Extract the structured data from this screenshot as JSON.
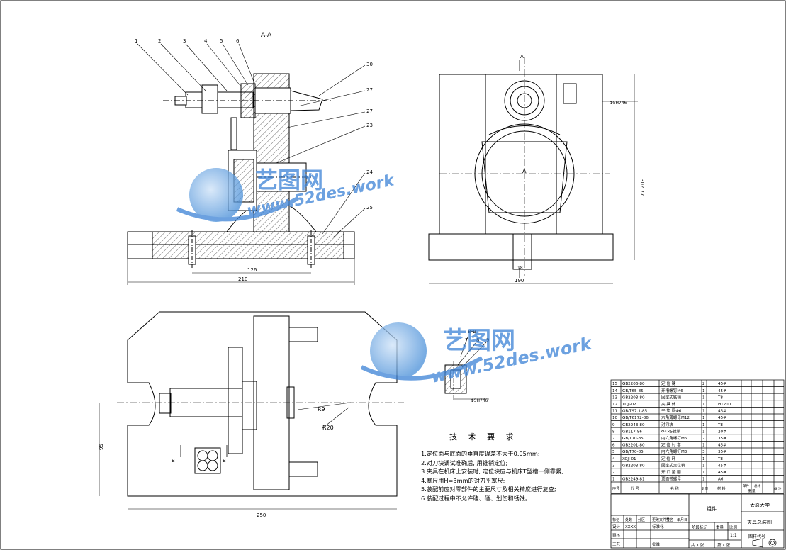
{
  "views": {
    "section_label": "A-A",
    "front_arrow_label": "A",
    "front_center_label": "A",
    "detail_label": "B-B",
    "plan_arrow_left": "B",
    "plan_arrow_right": "B"
  },
  "balloons": [
    "1",
    "2",
    "3",
    "4",
    "5",
    "6",
    "30",
    "27",
    "27",
    "23",
    "24",
    "25"
  ],
  "balloons_detail": [
    "7",
    "8",
    "9"
  ],
  "dimensions": {
    "inner_width": "126",
    "base_width": "210",
    "front_width": "190",
    "front_height": "302.77",
    "plan_width": "250",
    "plan_height": "95",
    "radius_small": "R9",
    "radius_large": "R20",
    "fit_1": "Φ5H7/l6",
    "fit_2": "Φ5H7/l6",
    "slot_dim": "18"
  },
  "tech_requirements": {
    "title": "技 术 要 求",
    "items": [
      "1.定位面与底面的垂直度误差不大于0.05mm;",
      "2.对刀块调试准确后, 用锥销定位;",
      "3.夹具在机床上安装时, 定位块应与机床T型槽一侧靠紧;",
      "4.塞尺用H=3mm的对刀平塞尺;",
      "5.装配前应对零部件的主要尺寸及相关精度进行复查;",
      "6.装配过程中不允许磕、碰、划伤和锈蚀。"
    ]
  },
  "parts_list": [
    {
      "no": "15",
      "code": "GB2206-80",
      "name": "定 位 键",
      "qty": "2",
      "material": "45#"
    },
    {
      "no": "14",
      "code": "GB/T65-85",
      "name": "开槽螺钉M6",
      "qty": "1",
      "material": "45#"
    },
    {
      "no": "13",
      "code": "GB2203-80",
      "name": "固定式钻销",
      "qty": "1",
      "material": "T8"
    },
    {
      "no": "12",
      "code": "XCJJ-02",
      "name": "夹 具 体",
      "qty": "1",
      "material": "HT200"
    },
    {
      "no": "11",
      "code": "GB/T97.1-85",
      "name": "平 垫 圈Φ6",
      "qty": "1",
      "material": "45#"
    },
    {
      "no": "10",
      "code": "GB/T6172-86",
      "name": "六角薄螺母M12",
      "qty": "1",
      "material": "45#"
    },
    {
      "no": "9",
      "code": "GB2243-80",
      "name": "对刀块",
      "qty": "1",
      "material": "T8"
    },
    {
      "no": "8",
      "code": "GB117-86",
      "name": "Φ4×5锥销",
      "qty": "1",
      "material": "20#"
    },
    {
      "no": "7",
      "code": "GB/T70-85",
      "name": "内六角螺钉M6",
      "qty": "2",
      "material": "35#"
    },
    {
      "no": "6",
      "code": "GB2201-80",
      "name": "定 位 衬 套",
      "qty": "1",
      "material": "45#"
    },
    {
      "no": "5",
      "code": "GB/T70-85",
      "name": "内六角螺钉M3",
      "qty": "3",
      "material": "35#"
    },
    {
      "no": "4",
      "code": "XCJJ-01",
      "name": "定 位 环",
      "qty": "1",
      "material": "T8"
    },
    {
      "no": "3",
      "code": "GB2203-80",
      "name": "固定式定位销",
      "qty": "1",
      "material": "45#"
    },
    {
      "no": "2",
      "code": "",
      "name": "开 口 垫 圈",
      "qty": "1",
      "material": "45#"
    },
    {
      "no": "1",
      "code": "GB2249-81",
      "name": "顶面带螺母",
      "qty": "1",
      "material": "A6"
    }
  ],
  "parts_header": {
    "no": "序号",
    "code": "代    号",
    "name": "名    称",
    "qty": "数量",
    "material": "材 料",
    "unit_weight": "单件",
    "total_weight": "总计",
    "weight": "重 量",
    "remark": "备 注"
  },
  "title_block": {
    "assembly": "组件",
    "university": "太原大学",
    "drawing_name": "夹具总装图",
    "code_box": "图样代号",
    "stage_label": "阶段标记",
    "weight_label": "重量",
    "scale_label": "比例",
    "scale_value": "1:1",
    "mark_label": "标记",
    "count_label": "处数",
    "zone_label": "分区",
    "change_doc_label": "更改文件号",
    "sign_label": "签名",
    "date_label": "年月日",
    "design_label": "设计",
    "design_value": "XXXX",
    "standard_label": "标准化",
    "check_label": "审核",
    "craft_label": "工艺",
    "approve_label": "批准",
    "sheets_total": "共 X 张",
    "sheet_no": "第 X 张"
  },
  "watermark": {
    "brand": "艺图网",
    "url": "www.52des.work",
    "color": "#3b82d6"
  }
}
